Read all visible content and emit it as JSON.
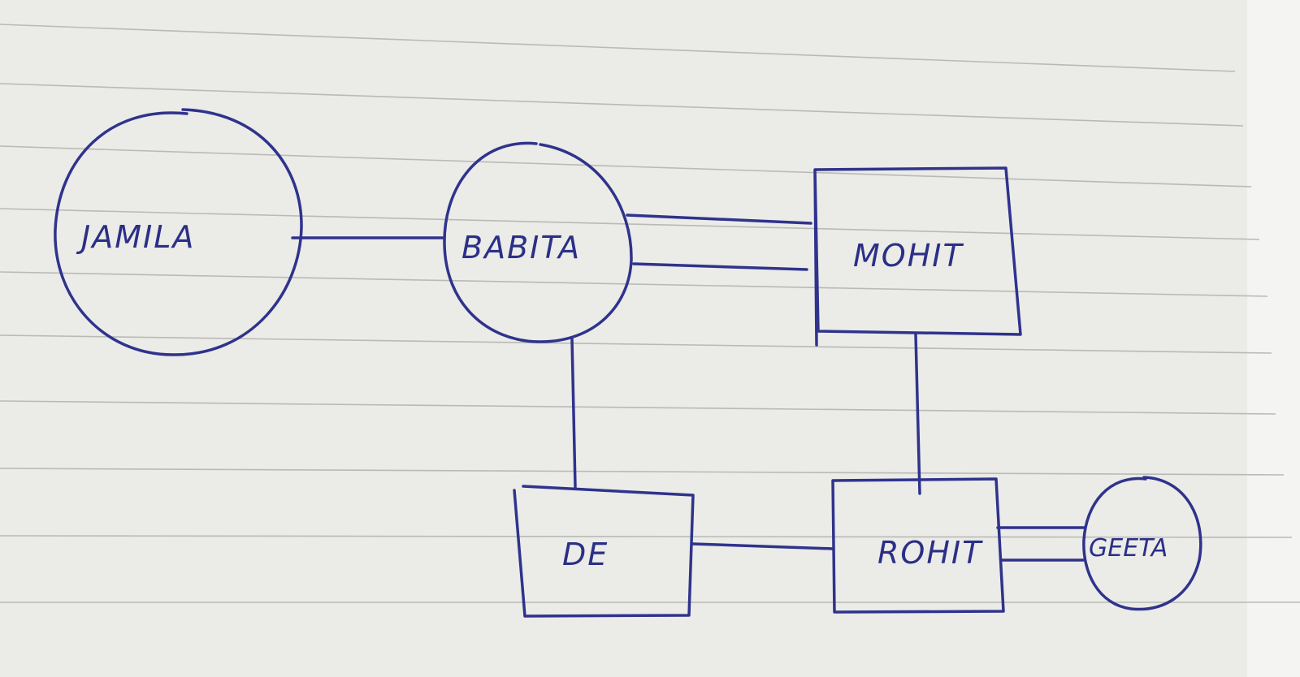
{
  "diagram": {
    "nodes": [
      {
        "id": "jamila",
        "label": "JAMILA",
        "shape": "circle"
      },
      {
        "id": "babita",
        "label": "BABITA",
        "shape": "circle"
      },
      {
        "id": "mohit",
        "label": "MOHIT",
        "shape": "rectangle"
      },
      {
        "id": "de",
        "label": "DE",
        "shape": "rectangle"
      },
      {
        "id": "rohit",
        "label": "ROHIT",
        "shape": "rectangle"
      },
      {
        "id": "geeta",
        "label": "GEETA",
        "shape": "circle"
      }
    ],
    "edges": [
      {
        "from": "jamila",
        "to": "babita",
        "style": "single"
      },
      {
        "from": "babita",
        "to": "mohit",
        "style": "double"
      },
      {
        "from": "babita",
        "to": "de",
        "style": "single"
      },
      {
        "from": "mohit",
        "to": "rohit",
        "style": "single"
      },
      {
        "from": "de",
        "to": "rohit",
        "style": "single"
      },
      {
        "from": "rohit",
        "to": "geeta",
        "style": "double"
      }
    ]
  },
  "colors": {
    "ink": "#2f338c",
    "paper": "#e9e9e6",
    "ruled_line": "#b9bab6"
  }
}
